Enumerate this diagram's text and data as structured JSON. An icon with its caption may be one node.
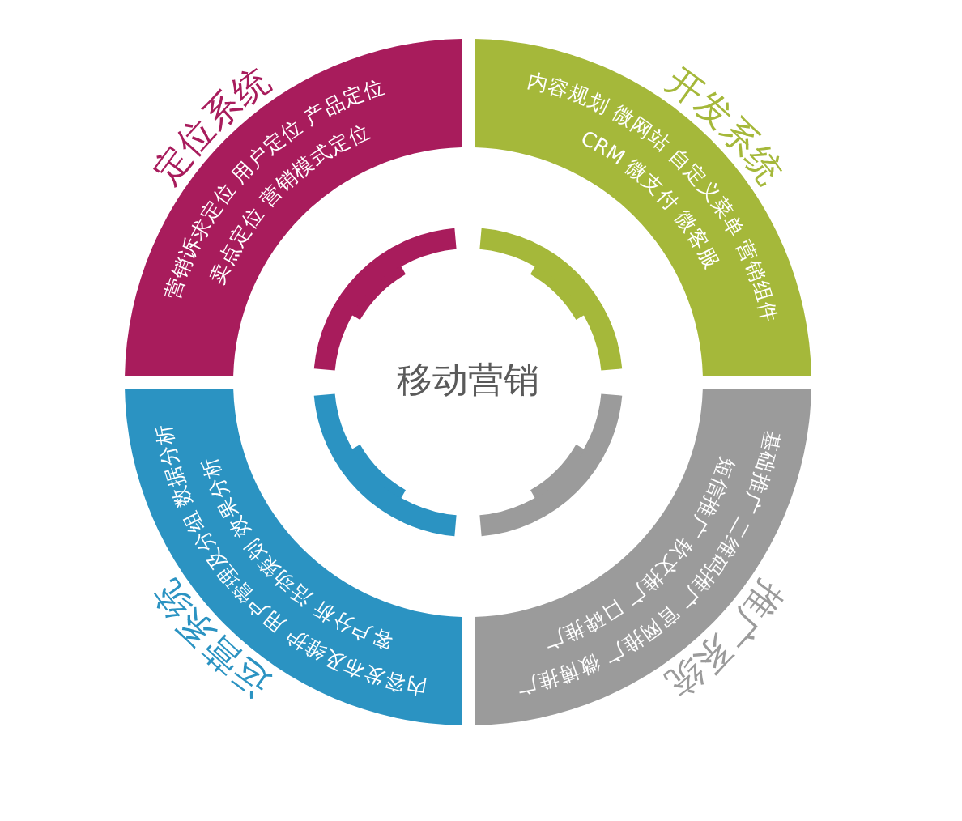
{
  "diagram": {
    "nodes": [
      {
        "text": [
          "定位系统",
          "营销诉求定位 用户定位 产品定位",
          "卖点定位 营销模式定位"
        ]
      },
      {
        "text": [
          "开发系统",
          "内容规划 微网站 自定义菜单 营销组件",
          "CRM 微支付 微客服"
        ]
      },
      {
        "text": [
          "推广系统",
          "基础推广 二维码推广 官网推广 微博推广",
          "短信推广 软文推广 口碑推广"
        ]
      },
      {
        "text": [
          "运营系统",
          "内容发布及维护 用户管理及分组 数据分析",
          "客户分析 活动策划 效果分析"
        ]
      },
      {
        "text": [
          "移动营销"
        ]
      }
    ]
  }
}
